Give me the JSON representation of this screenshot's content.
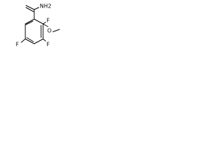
{
  "molecule": {
    "labels": {
      "amine": "NH2",
      "fluoro_top": "F",
      "oxygen": "O",
      "fluoro_right_bottom": "F",
      "fluoro_bottom_left": "F"
    }
  },
  "colors": {
    "bond": "#000000",
    "text": "#000000",
    "background": "#ffffff"
  }
}
